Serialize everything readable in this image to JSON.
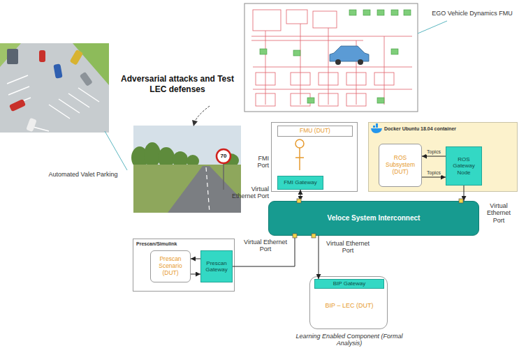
{
  "diagram": {
    "nodes": [
      {
        "text": [
          "FMI Port"
        ]
      },
      {
        "text": [
          "FMU (DUT)"
        ],
        "in": 0
      },
      {
        "text": [
          "FMI Gateway"
        ],
        "in": 0
      },
      {
        "text": [
          "Docker Ubuntu 18.04 container"
        ]
      },
      {
        "text": [
          "ROS Subsystem (DUT)"
        ],
        "in": 3
      },
      {
        "text": [
          "ROS Gateway Node"
        ],
        "in": 3
      },
      {
        "text": [
          "Veloce System Interconnect"
        ]
      },
      {
        "text": [
          "Prescan/Simulink"
        ]
      },
      {
        "text": [
          "Prescan Scenario (DUT)"
        ],
        "in": 7
      },
      {
        "text": [
          "Prescan Gateway"
        ],
        "in": 7
      },
      {
        "text": [
          "BIP – LEC (DUT)",
          "Learning Enabled Component (Formal Analysis)"
        ]
      },
      {
        "text": [
          "BIP Gateway"
        ],
        "in": 10
      }
    ],
    "edges": [
      {
        "from": 2,
        "to": 6,
        "arrow": "both"
      },
      {
        "from": 5,
        "to": 6,
        "arrow": "to"
      },
      {
        "from": 9,
        "to": 6,
        "arrow": "none"
      },
      {
        "from": 6,
        "to": 11,
        "arrow": "to"
      },
      {
        "from": 5,
        "to": 4,
        "arrow": "to",
        "label": "Topics"
      },
      {
        "from": 4,
        "to": 5,
        "arrow": "to",
        "label": "Topics"
      },
      {
        "from": 9,
        "to": 8,
        "arrow": "to"
      },
      {
        "from": 8,
        "to": 9,
        "arrow": "to"
      }
    ],
    "labels": [
      "Adversarial attacks and Test LEC defenses",
      "Automated Valet Parking",
      "EGO Vehicle Dynamics FMU",
      "Virtual Ethernet Port",
      "Virtual Ethernet Port",
      "Virtual Ethernet Port",
      "Virtual Ethernet Port",
      "70"
    ]
  }
}
